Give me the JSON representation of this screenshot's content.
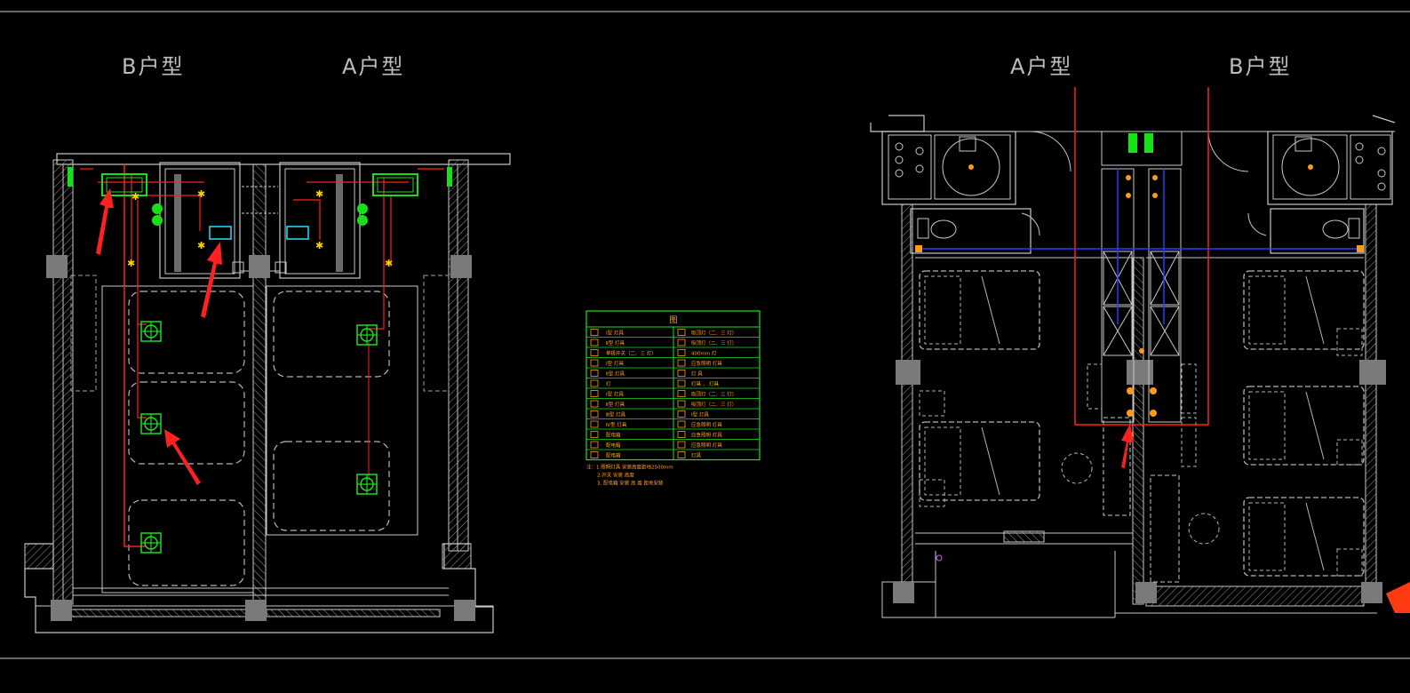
{
  "titles": {
    "left_b": "B户型",
    "left_a": "A户型",
    "right_a": "A户型",
    "right_b": "B户型"
  },
  "legend": {
    "header": "图",
    "rows": [
      [
        "Ⅰ型 灯具",
        "吸顶灯（二、三 灯）"
      ],
      [
        "Ⅱ型 灯具",
        "吸顶灯（二、三 灯）"
      ],
      [
        "单极开关（二、三 灯）",
        "400mm 灯"
      ],
      [
        "Ⅰ型 灯具",
        "应急照明 灯具"
      ],
      [
        "Ⅱ型 灯具",
        "灯 具"
      ],
      [
        "灯",
        "灯具 ， 灯具"
      ],
      [
        "Ⅰ型 灯具",
        "吸顶灯（二、三 灯）"
      ],
      [
        "Ⅱ型 灯具",
        "吸顶灯（二、三 灯）"
      ],
      [
        "Ⅲ型 灯具",
        "Ⅰ型 灯具"
      ],
      [
        "Ⅳ型 灯具",
        "应急照明 灯具"
      ],
      [
        "配电箱",
        "应急照明 灯具"
      ],
      [
        "配电箱",
        "应急照明 灯具"
      ],
      [
        "配电箱",
        "灯具"
      ]
    ],
    "notes": [
      "注：1.照明灯具 安装高度距地2500mm",
      "2.开关 安装 高度",
      "3. 配电箱 安装 高 度 距地安装"
    ]
  },
  "colors": {
    "background": "#000000",
    "wall": "#c8c8c8",
    "column": "#7a7a7a",
    "title": "#bdbdbd",
    "red": "#ff2020",
    "green": "#18e018",
    "blue": "#2a3cff",
    "orange": "#ff9a1a",
    "cyan": "#22e0ff",
    "yellow": "#ffd000",
    "legend_grid": "#19e619",
    "legend_text": "#ffa020"
  },
  "icons": [
    "red-arrow-icon",
    "green-fixture-icon",
    "lamp-symbol-icon",
    "column-icon",
    "bed-icon",
    "toilet-icon",
    "door-swing-icon"
  ]
}
